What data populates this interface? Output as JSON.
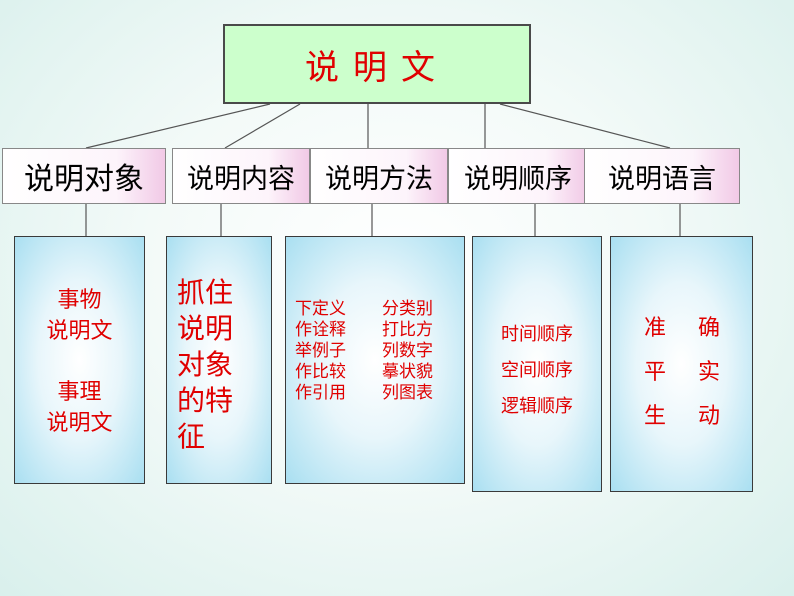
{
  "root": {
    "label": "说明文"
  },
  "categories": [
    "说明对象",
    "说明内容",
    "说明方法",
    "说明顺序",
    "说明语言"
  ],
  "object": {
    "line1": "事物",
    "line2": "说明文",
    "line3": "事理",
    "line4": "说明文"
  },
  "content": {
    "lines": [
      "抓住",
      "说明",
      "对象",
      "的特",
      "征"
    ]
  },
  "methods": {
    "left": [
      "下定义",
      "作诠释",
      "举例子",
      "作比较",
      "作引用"
    ],
    "right": [
      "分类别",
      "打比方",
      "列数字",
      "摹状貌",
      "列图表"
    ]
  },
  "order": {
    "items": [
      "时间顺序",
      "空间顺序",
      "逻辑顺序"
    ]
  },
  "language": {
    "left": [
      "准",
      "平",
      "生"
    ],
    "right": [
      "确",
      "实",
      "动"
    ]
  }
}
